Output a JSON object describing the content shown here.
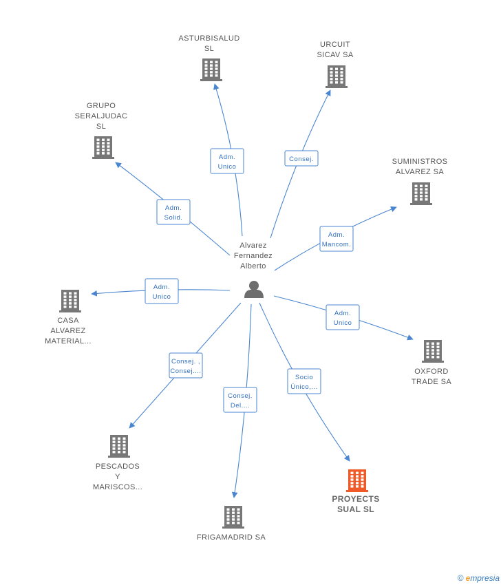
{
  "center": {
    "label_lines": [
      "Alvarez",
      "Fernandez",
      "Alberto"
    ],
    "icon": "person-icon"
  },
  "companies": [
    {
      "id": "asturbisalud",
      "label_lines": [
        "ASTURBISALUD",
        "SL"
      ],
      "icon": "building-icon",
      "color": "#777777"
    },
    {
      "id": "urcuit",
      "label_lines": [
        "URCUIT",
        "SICAV SA"
      ],
      "icon": "building-icon",
      "color": "#777777"
    },
    {
      "id": "grupo",
      "label_lines": [
        "GRUPO",
        "SERALJUDAC",
        "SL"
      ],
      "icon": "building-icon",
      "color": "#777777"
    },
    {
      "id": "suministros",
      "label_lines": [
        "SUMINISTROS",
        "ALVAREZ SA"
      ],
      "icon": "building-icon",
      "color": "#777777"
    },
    {
      "id": "casa",
      "label_lines": [
        "CASA",
        "ALVAREZ",
        "MATERIAL..."
      ],
      "icon": "building-icon",
      "color": "#777777"
    },
    {
      "id": "oxford",
      "label_lines": [
        "OXFORD",
        "TRADE SA"
      ],
      "icon": "building-icon",
      "color": "#777777"
    },
    {
      "id": "pescados",
      "label_lines": [
        "PESCADOS",
        "Y",
        "MARISCOS..."
      ],
      "icon": "building-icon",
      "color": "#777777"
    },
    {
      "id": "proyects",
      "label_lines": [
        "PROYECTS",
        "SUAL  SL"
      ],
      "icon": "building-icon",
      "color": "#f05a28",
      "highlight": true
    },
    {
      "id": "frigamadrid",
      "label_lines": [
        "FRIGAMADRID SA"
      ],
      "icon": "building-icon",
      "color": "#777777"
    }
  ],
  "relations": [
    {
      "target": "asturbisalud",
      "label_lines": [
        "Adm.",
        "Unico"
      ]
    },
    {
      "target": "urcuit",
      "label_lines": [
        "Consej."
      ]
    },
    {
      "target": "grupo",
      "label_lines": [
        "Adm.",
        "Solid."
      ]
    },
    {
      "target": "suministros",
      "label_lines": [
        "Adm.",
        "Mancom."
      ]
    },
    {
      "target": "casa",
      "label_lines": [
        "Adm.",
        "Unico"
      ]
    },
    {
      "target": "oxford",
      "label_lines": [
        "Adm.",
        "Unico"
      ]
    },
    {
      "target": "pescados",
      "label_lines": [
        "Consej. ,",
        "Consej...."
      ]
    },
    {
      "target": "proyects",
      "label_lines": [
        "Socio",
        "Único,..."
      ]
    },
    {
      "target": "frigamadrid",
      "label_lines": [
        "Consej.",
        "Del...."
      ]
    }
  ],
  "watermark": {
    "copyright": "©",
    "brand_first": "e",
    "brand_rest": "mpresia"
  }
}
